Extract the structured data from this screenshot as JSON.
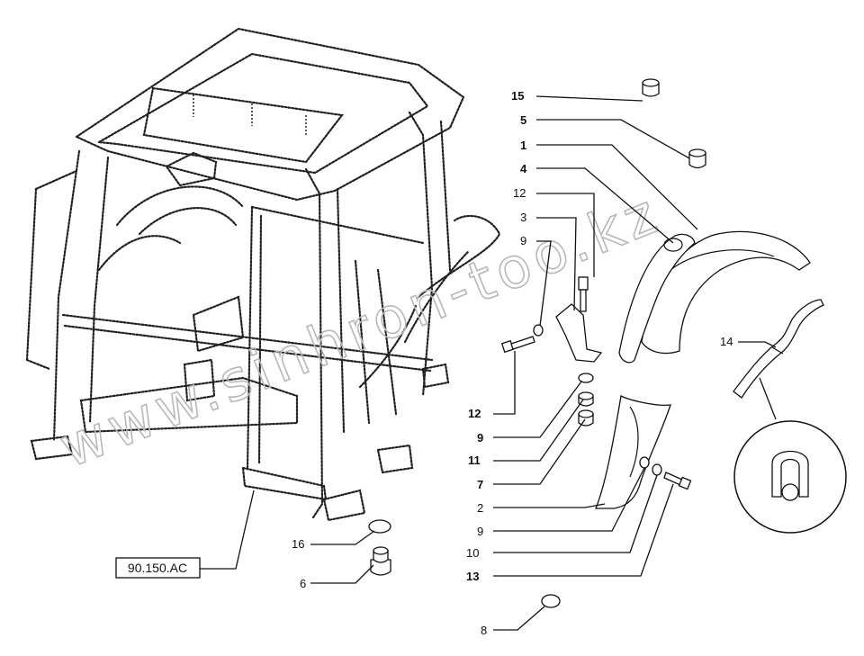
{
  "watermark": "www.sinhron-too.kz",
  "reference_box": "90.150.AC",
  "callouts": {
    "c15": "15",
    "c5": "5",
    "c1": "1",
    "c4": "4",
    "c12a": "12",
    "c3": "3",
    "c9a": "9",
    "c12b": "12",
    "c9b": "9",
    "c11": "11",
    "c7": "7",
    "c2": "2",
    "c9c": "9",
    "c10": "10",
    "c13": "13",
    "c14": "14",
    "c16": "16",
    "c6": "6",
    "c8": "8"
  }
}
